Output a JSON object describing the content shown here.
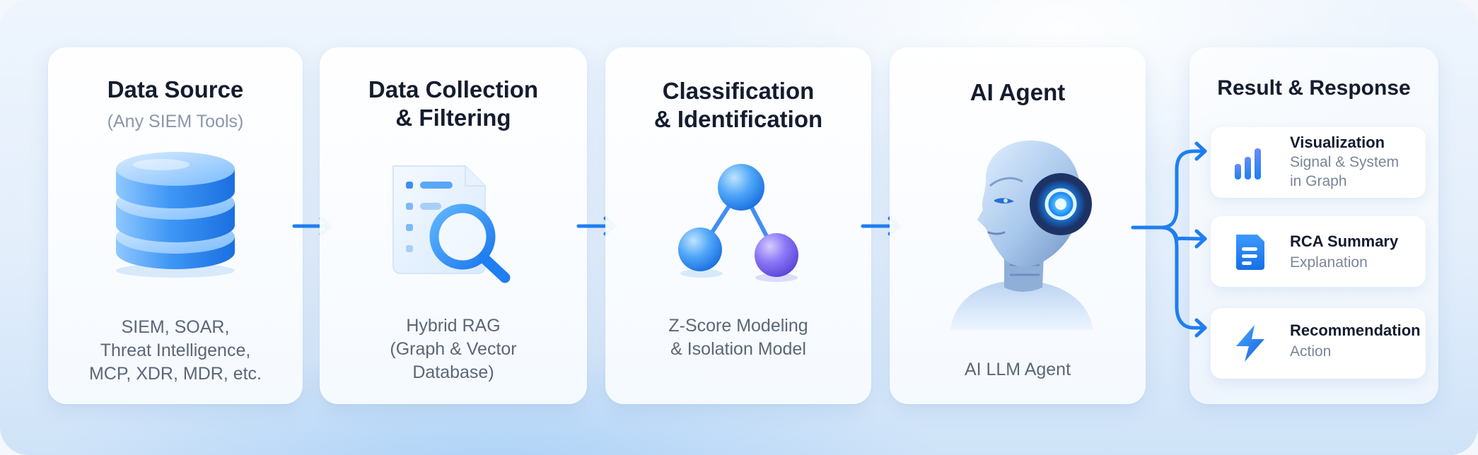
{
  "stages": [
    {
      "title_lines": [
        "Data Source"
      ],
      "subtitle": "(Any SIEM Tools)",
      "description": "SIEM, SOAR,\nThreat Intelligence,\nMCP, XDR, MDR, etc.",
      "icon": "database-icon"
    },
    {
      "title_lines": [
        "Data Collection",
        "& Filtering"
      ],
      "description": "Hybrid RAG\n(Graph & Vector\nDatabase)",
      "icon": "document-search-icon"
    },
    {
      "title_lines": [
        "Classification",
        "& Identification"
      ],
      "description": "Z-Score Modeling\n& Isolation Model",
      "icon": "node-graph-icon"
    },
    {
      "title_lines": [
        "AI Agent"
      ],
      "description": "AI LLM Agent",
      "icon": "ai-robot-icon"
    }
  ],
  "result": {
    "title": "Result & Response",
    "items": [
      {
        "title": "Visualization",
        "subtitle": "Signal & System\nin Graph",
        "icon": "bar-chart-icon"
      },
      {
        "title": "RCA Summary",
        "subtitle": "Explanation",
        "icon": "document-icon"
      },
      {
        "title": "Recommendation",
        "subtitle": "Action",
        "icon": "lightning-icon"
      }
    ]
  },
  "colors": {
    "accent": "#1f7ef0",
    "accent_light": "#5fb0ff",
    "purple": "#7b6cf2",
    "title": "#141c2e",
    "muted": "#8a97aa"
  }
}
